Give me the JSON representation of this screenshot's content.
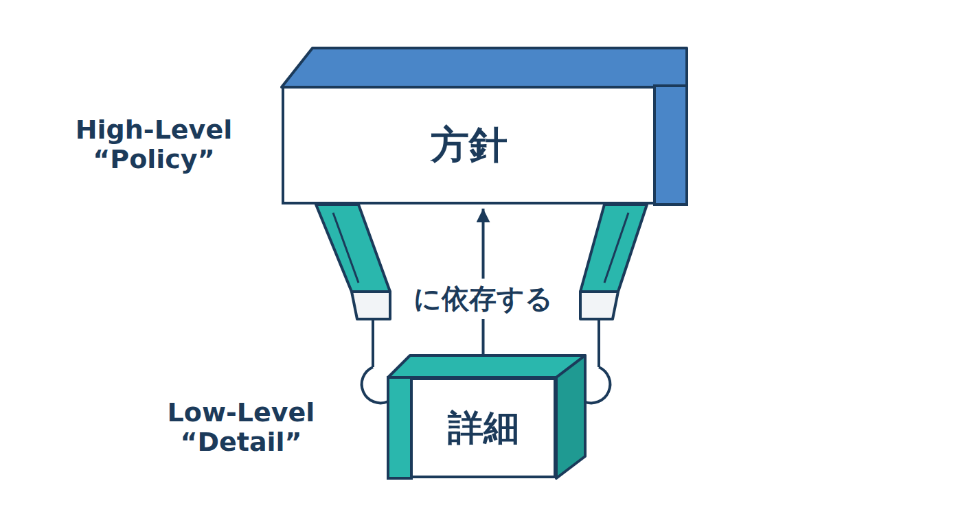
{
  "diagram": {
    "nodes": [
      {
        "text": [
          "方針",
          "High-Level “Policy”"
        ]
      },
      {
        "text": [
          "詳細",
          "Low-Level “Detail”"
        ]
      }
    ],
    "edges": [
      {
        "from": 1,
        "to": 0,
        "arrow": "to",
        "label": "に依存する"
      }
    ]
  }
}
